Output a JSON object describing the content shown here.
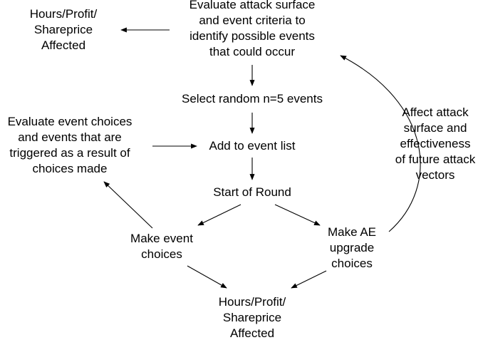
{
  "diagram": {
    "nodes": {
      "evaluate_attack_surface": {
        "lines": [
          "Evaluate attack surface",
          "and event criteria to",
          "identify possible events",
          "that could occur"
        ]
      },
      "affected_top": {
        "lines": [
          "Hours/Profit/",
          "Shareprice",
          "Affected"
        ]
      },
      "select_random": {
        "lines": [
          "Select random n=5 events"
        ]
      },
      "add_to_list": {
        "lines": [
          "Add to event list"
        ]
      },
      "evaluate_choices": {
        "lines": [
          "Evaluate event choices",
          "and events that are",
          "triggered as a result of",
          "choices made"
        ]
      },
      "start_round": {
        "lines": [
          "Start of Round"
        ]
      },
      "make_event_choices": {
        "lines": [
          "Make event",
          "choices"
        ]
      },
      "make_ae_upgrade": {
        "lines": [
          "Make AE",
          "upgrade",
          "choices"
        ]
      },
      "affect_attack_surface": {
        "lines": [
          "Affect attack",
          "surface and",
          "effectiveness",
          "of future attack",
          "vectors"
        ]
      },
      "affected_bottom": {
        "lines": [
          "Hours/Profit/",
          "Shareprice",
          "Affected"
        ]
      }
    },
    "colors": {
      "line": "#000000",
      "text": "#000000",
      "background": "#ffffff"
    }
  }
}
